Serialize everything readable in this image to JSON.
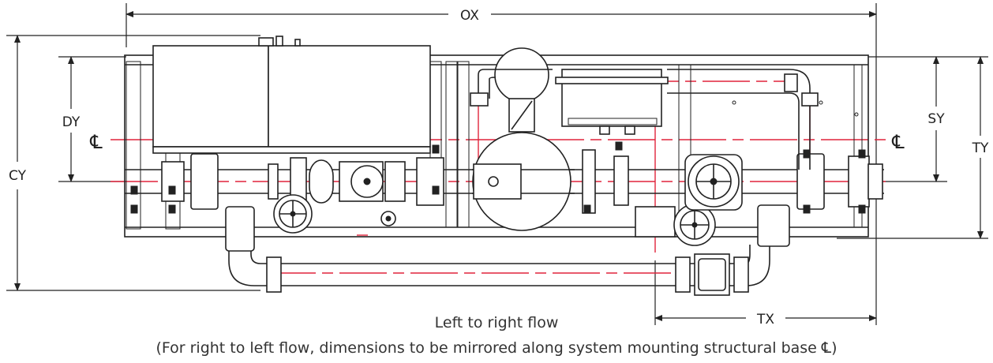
{
  "dimensions": {
    "ox": "OX",
    "cy": "CY",
    "dy": "DY",
    "sy": "SY",
    "ty": "TY",
    "tx": "TX"
  },
  "centerline_symbol": "℄",
  "caption": {
    "flow": "Left to right flow",
    "note": "(For right to left flow, dimensions to be mirrored along system mounting structural base ℄)"
  }
}
